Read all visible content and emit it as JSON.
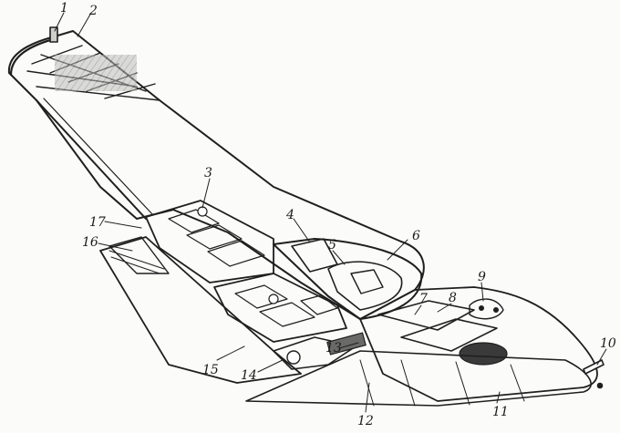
{
  "diagram": {
    "type": "exploded-wing-cutaway",
    "ink_color": "#1f1f1f",
    "skin_color": "#d9d9d6",
    "bay_color": "#8c8c8a",
    "labels": [
      "1",
      "2",
      "3",
      "4",
      "5",
      "6",
      "7",
      "8",
      "9",
      "10",
      "11",
      "12",
      "13",
      "14",
      "15",
      "16",
      "17"
    ]
  }
}
